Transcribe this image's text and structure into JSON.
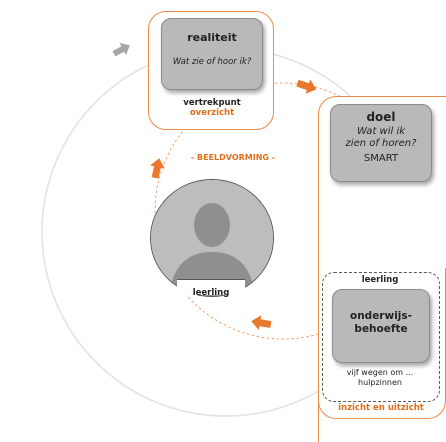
{
  "realiteit": {
    "title": "realiteit",
    "question": "Wat zie of hoor ik?",
    "label": "vertrekpunt",
    "sublabel": "overzicht"
  },
  "doel": {
    "title": "doel",
    "question_line1": "Wat wil ik",
    "question_line2": "zien of horen?",
    "extra": "SMART"
  },
  "beeldvorming": "- BEELDVORMING -",
  "leerling_photo_label": "leerling",
  "onderwijsbehoefte": {
    "header": "leerling",
    "title_line1": "onderwijs-",
    "title_line2": "behoefte",
    "note_line1": "vijf wegen om ...",
    "note_line2": "hulpzinnen"
  },
  "inzicht_label": "inzicht en uitzicht",
  "colors": {
    "orange": "#ee8a4a",
    "card_grey": "#b9b9b9",
    "arrow_grey": "#a6a6a6"
  }
}
